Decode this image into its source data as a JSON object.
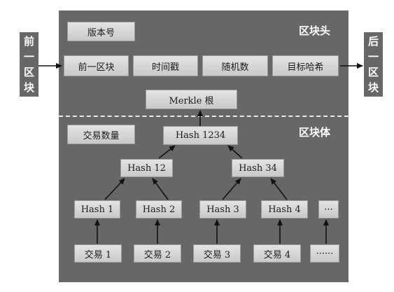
{
  "prev_block": [
    "前",
    "一",
    "区",
    "块"
  ],
  "next_block": [
    "后",
    "一",
    "区",
    "块"
  ],
  "header": {
    "label": "区块头",
    "version": "版本号",
    "fields": [
      "前一区块",
      "时间戳",
      "随机数",
      "目标哈希"
    ]
  },
  "merkle_root": "Merkle 根",
  "body": {
    "label": "区块体",
    "tx_count": "交易数量"
  },
  "tree": {
    "hash_1234": "Hash 1234",
    "hash_12": "Hash 12",
    "hash_34": "Hash 34",
    "leaves": [
      "Hash 1",
      "Hash 2",
      "Hash 3",
      "Hash 4",
      "···"
    ],
    "transactions": [
      "交易 1",
      "交易 2",
      "交易 3",
      "交易 4",
      "······"
    ]
  },
  "colors": {
    "block_bg": "#676767",
    "box_fill": "#d6d6d6",
    "arrow": "#111111",
    "divider": "#e8e8e8"
  }
}
